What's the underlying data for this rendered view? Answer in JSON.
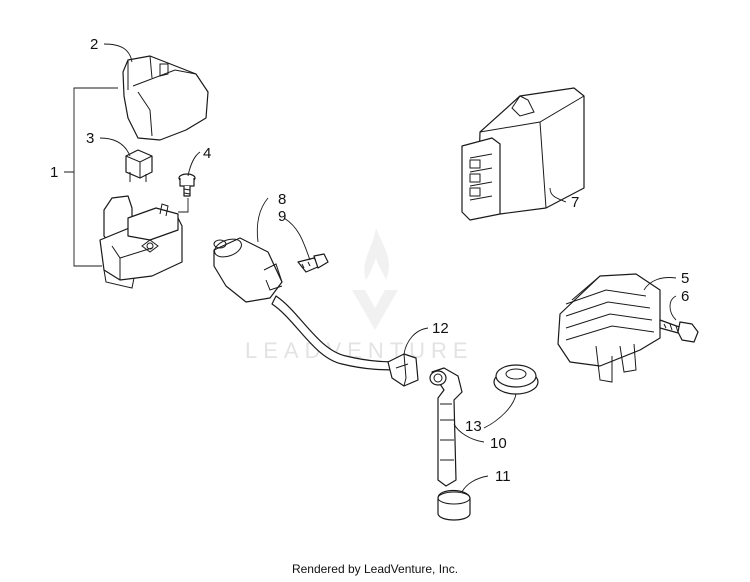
{
  "diagram": {
    "callouts": [
      "1",
      "2",
      "3",
      "4",
      "5",
      "6",
      "7",
      "8",
      "9",
      "10",
      "11",
      "12",
      "13"
    ],
    "watermark": "LEADVENTURE"
  },
  "footer": {
    "text": "Rendered by LeadVenture, Inc."
  },
  "colors": {
    "line": "#1a1a1a",
    "watermark": "#e3e3e3",
    "background": "#ffffff"
  }
}
